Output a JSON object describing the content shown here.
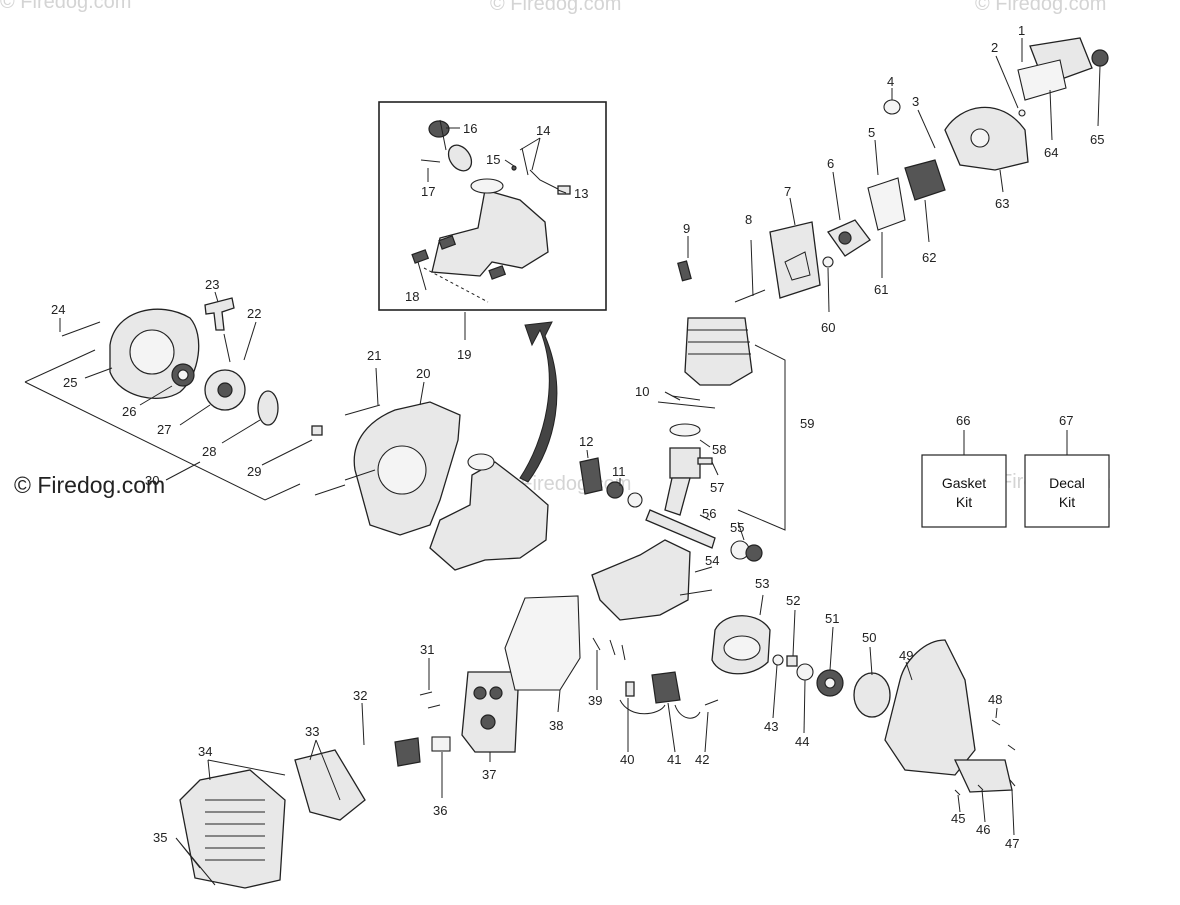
{
  "watermarks": {
    "main": "© Firedog.com",
    "faint": "© Firedog.com",
    "faint_right": "Firedog.com"
  },
  "kits": {
    "gasket_line1": "Gasket",
    "gasket_line2": "Kit",
    "decal_line1": "Decal",
    "decal_line2": "Kit"
  },
  "part_numbers": [
    "1",
    "2",
    "3",
    "4",
    "5",
    "6",
    "7",
    "8",
    "9",
    "10",
    "11",
    "12",
    "13",
    "14",
    "15",
    "16",
    "17",
    "18",
    "19",
    "20",
    "21",
    "22",
    "23",
    "24",
    "25",
    "26",
    "27",
    "28",
    "29",
    "30",
    "31",
    "32",
    "33",
    "34",
    "35",
    "36",
    "37",
    "38",
    "39",
    "40",
    "41",
    "42",
    "43",
    "44",
    "45",
    "46",
    "47",
    "48",
    "49",
    "50",
    "51",
    "52",
    "53",
    "54",
    "55",
    "56",
    "57",
    "58",
    "59",
    "60",
    "61",
    "62",
    "63",
    "64",
    "65",
    "66",
    "67"
  ]
}
